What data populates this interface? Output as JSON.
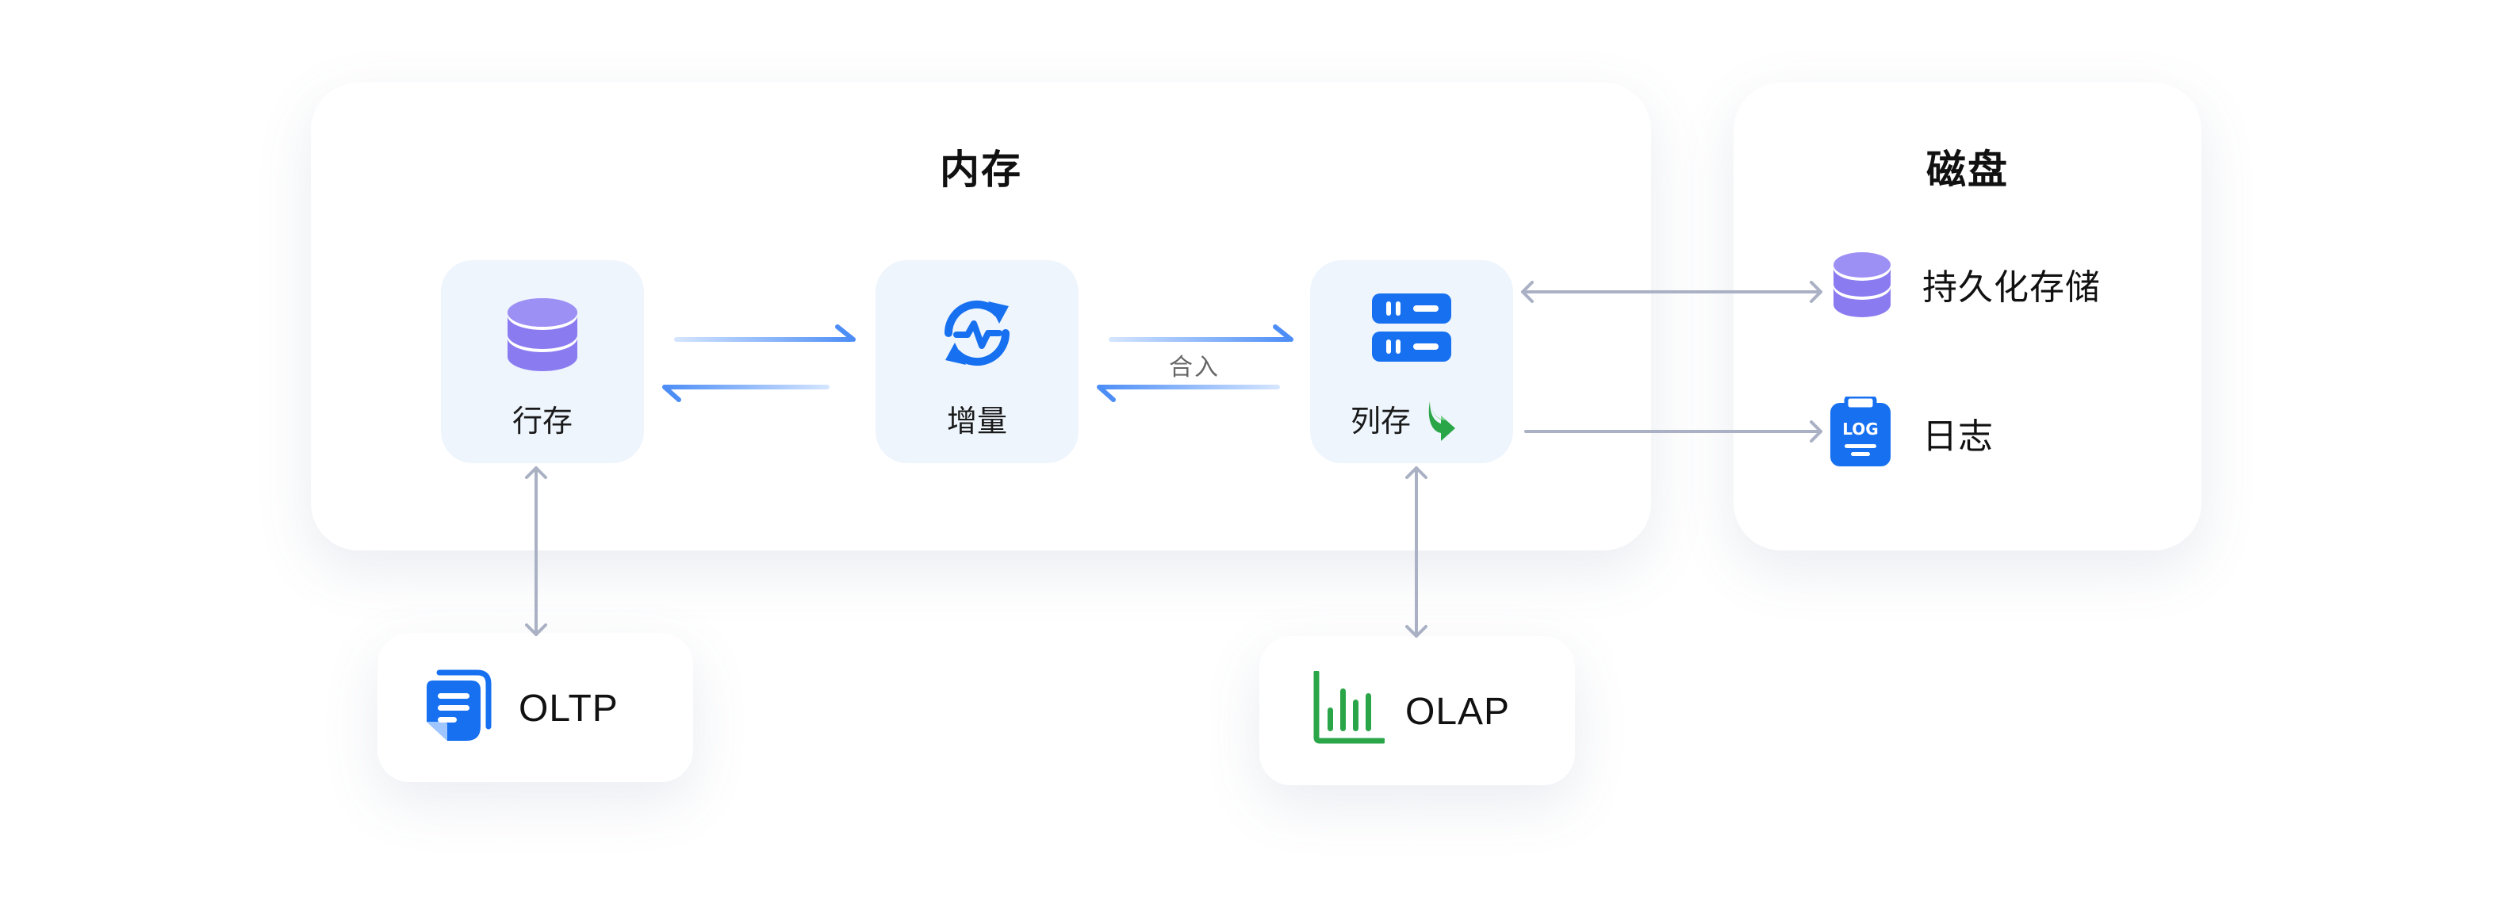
{
  "memory": {
    "title": "内存"
  },
  "disk": {
    "title": "磁盘"
  },
  "nodes": {
    "row_store": {
      "label": "行存",
      "icon": "database-icon"
    },
    "delta": {
      "label": "增量",
      "icon": "refresh-pulse-icon"
    },
    "column_store": {
      "label": "列存",
      "icon": "server-icon",
      "badge_icon": "green-down-arrow-icon"
    }
  },
  "merge": {
    "label": "合入"
  },
  "storage": {
    "persistent": {
      "label": "持久化存储",
      "icon": "database-icon"
    },
    "log": {
      "label": "日志",
      "icon": "log-clipboard-icon",
      "icon_text": "LOG"
    }
  },
  "clients": {
    "oltp": {
      "label": "OLTP",
      "icon": "document-icon"
    },
    "olap": {
      "label": "OLAP",
      "icon": "bar-chart-icon"
    }
  },
  "colors": {
    "accent_blue": "#1670f0",
    "database_purple": "#8a7cf0",
    "olap_green": "#2aa548",
    "node_bg": "#eef5fd",
    "connector_gray": "#aab1c4"
  }
}
